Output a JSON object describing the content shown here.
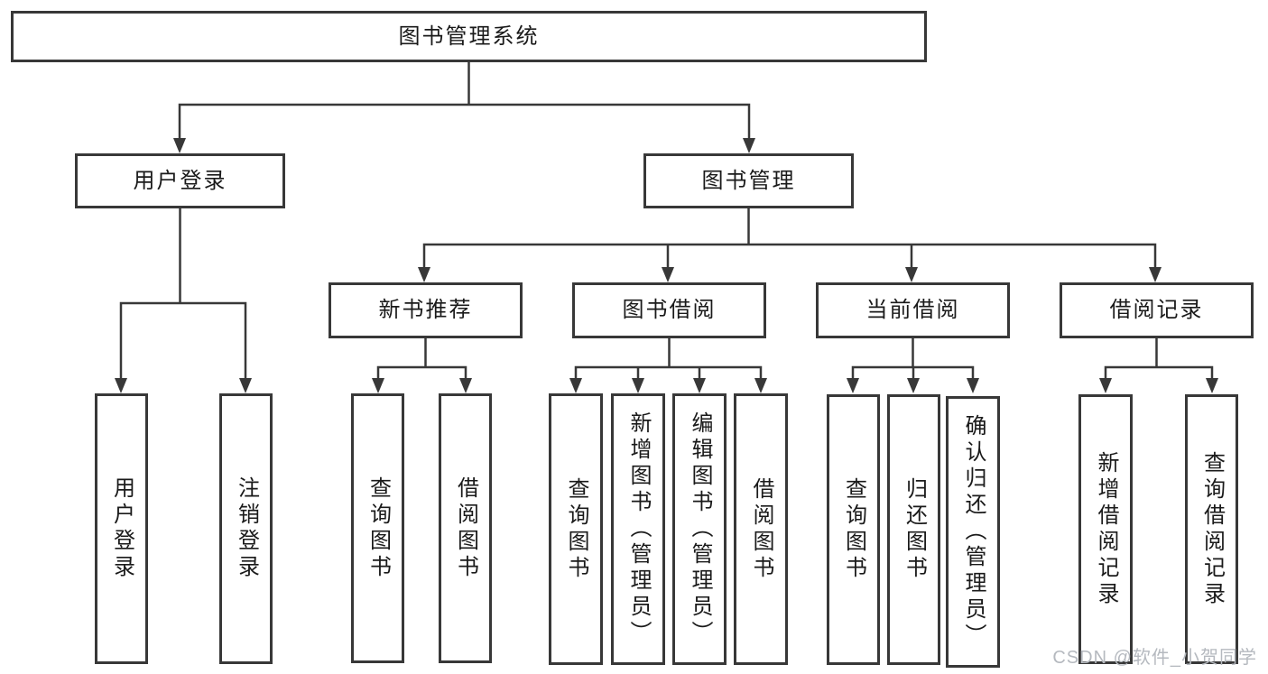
{
  "nodes": {
    "root": "图书管理系统",
    "level2": [
      "用户登录",
      "图书管理"
    ],
    "level3": [
      "新书推荐",
      "图书借阅",
      "当前借阅",
      "借阅记录"
    ],
    "user_login_children": [
      "用户登录",
      "注销登录"
    ],
    "new_book_children": [
      "查询图书",
      "借阅图书"
    ],
    "book_borrow_children": [
      "查询图书",
      "新增图书（管理员）",
      "编辑图书（管理员）",
      "借阅图书"
    ],
    "current_borrow_children": [
      "查询图书",
      "归还图书",
      "确认归还（管理员）"
    ],
    "borrow_record_children": [
      "新增借阅记录",
      "查询借阅记录"
    ]
  },
  "watermark": "CSDN @软件_小贺同学",
  "colors": {
    "line": "#383838",
    "text": "#1a1a1a",
    "background": "#ffffff",
    "watermark": "#b5b9bf"
  }
}
